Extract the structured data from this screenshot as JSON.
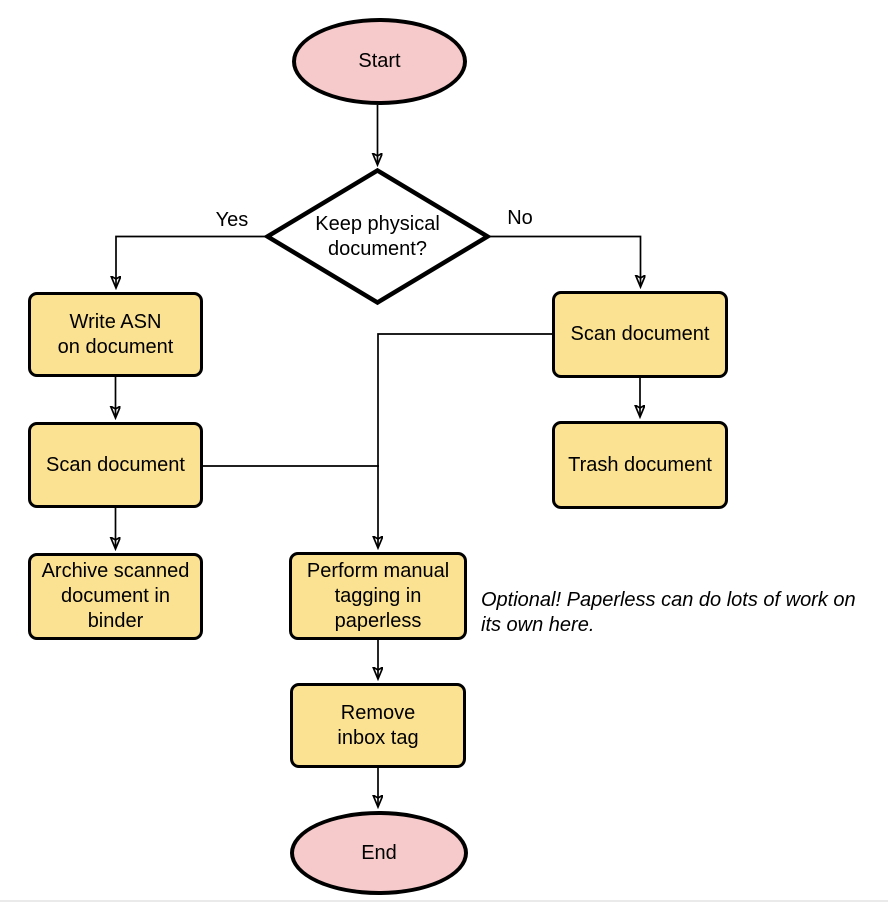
{
  "page": {
    "divider_color": "#eaeaea"
  },
  "colors": {
    "terminal_fill": "#f6c9ca",
    "decision_fill": "#ffcc9e",
    "process_fill": "#fae292",
    "stroke": "#000000",
    "text": "#000000"
  },
  "flowchart": {
    "start": {
      "label": "Start"
    },
    "decision": {
      "label": "Keep physical\ndocument?"
    },
    "edges": {
      "yes_label": "Yes",
      "no_label": "No"
    },
    "write_asn": {
      "label": "Write ASN\non document"
    },
    "scan_left": {
      "label": "Scan document"
    },
    "archive": {
      "label": "Archive scanned\ndocument in\nbinder"
    },
    "scan_right": {
      "label": "Scan document"
    },
    "trash": {
      "label": "Trash document"
    },
    "tagging": {
      "label": "Perform manual\ntagging in\npaperless"
    },
    "remove_inbox": {
      "label": "Remove\ninbox tag"
    },
    "end": {
      "label": "End"
    },
    "annotation": {
      "text": "Optional! Paperless can do lots of work on\nits own here."
    }
  }
}
